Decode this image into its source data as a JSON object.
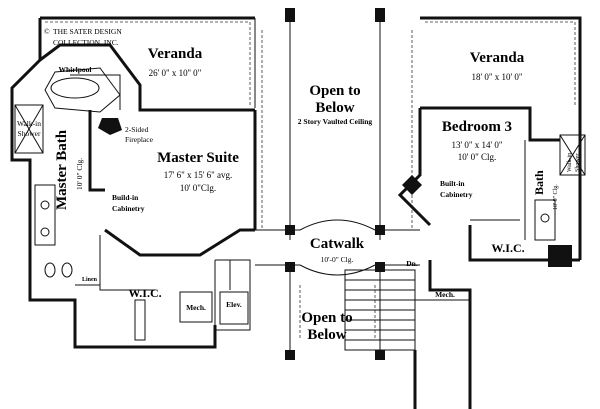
{
  "copyright": {
    "symbol": "©",
    "line1": "THE SATER DESIGN",
    "line2": "COLLECTION, INC."
  },
  "rooms": {
    "veranda_left": {
      "name": "Veranda",
      "size": "26' 0\" x 10'' 0\""
    },
    "veranda_right": {
      "name": "Veranda",
      "size": "18' 0\" x 10' 0\""
    },
    "whirlpool": "Whirlpool",
    "walk_in_shower_left": [
      "Walk-in",
      "Shower"
    ],
    "two_sided_fireplace": [
      "2-Sided",
      "Fireplace"
    ],
    "master_suite": {
      "name": "Master Suite",
      "size": "17' 6\" x 15' 6\" avg.",
      "ceiling": "10' 0\"Clg."
    },
    "master_bath": {
      "name": "Master Bath",
      "ceiling": "10' 0\" Clg."
    },
    "built_in_cabinetry_left": [
      "Build-in",
      "Cabinetry"
    ],
    "open_below_top": {
      "line1": "Open to",
      "line2": "Below",
      "note": "2 Story Vaulted Ceiling"
    },
    "bedroom3": {
      "name": "Bedroom 3",
      "size": "13' 0\" x 14' 0\"",
      "ceiling": "10' 0\" Clg."
    },
    "built_in_cabinetry_right": [
      "Built-in",
      "Cabinetry"
    ],
    "bath_right": {
      "name": "Bath",
      "ceiling": "10' 0\" Clg."
    },
    "walk_in_shower_right": [
      "Walk-in",
      "Shower"
    ],
    "wic_right": "W.I.C.",
    "catwalk": {
      "name": "Catwalk",
      "ceiling": "10'-0\" Clg."
    },
    "dn": "Dn.",
    "linen": "Linen",
    "wic_left": "W.I.C.",
    "mech_left": "Mech.",
    "elev": "Elev.",
    "open_below_bottom": {
      "line1": "Open to",
      "line2": "Below"
    },
    "mech_right": "Mech."
  }
}
